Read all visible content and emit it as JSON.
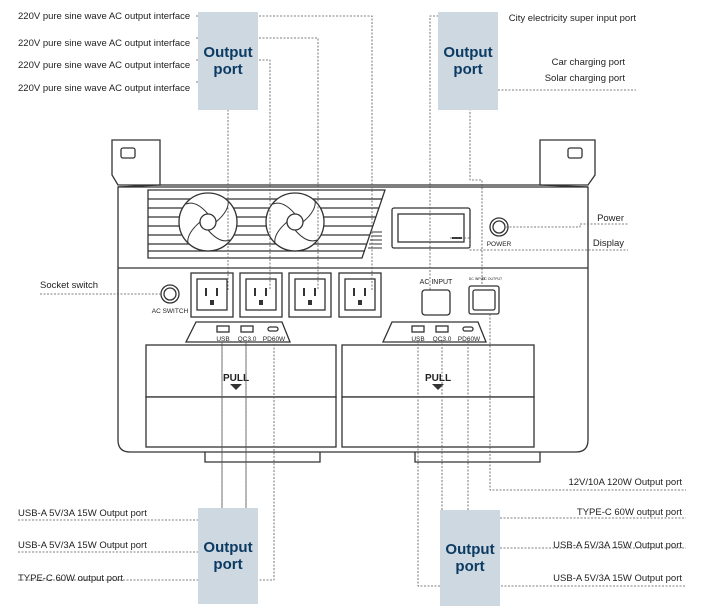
{
  "left_top_labels": [
    "220V pure sine wave AC output interface",
    "220V pure sine wave AC output interface",
    "220V pure sine wave AC output interface",
    "220V pure sine wave AC output interface"
  ],
  "right_top_labels": {
    "city_input": "City electricity super input port",
    "car_charging": "Car charging port",
    "solar_charging": "Solar charging port",
    "power": "Power",
    "display": "Display"
  },
  "socket_switch_label": "Socket switch",
  "left_bottom_labels": [
    "USB-A 5V/3A 15W Output port",
    "USB-A 5V/3A 15W Output port",
    "TYPE-C 60W output port"
  ],
  "right_bottom_labels": [
    "12V/10A  120W  Output port",
    "TYPE-C 60W output port",
    "USB-A 5V/3A 15W Output port",
    "USB-A 5V/3A 15W Output port"
  ],
  "output_port_box": [
    "Output",
    "port"
  ],
  "device_text": {
    "power": "POWER",
    "ac_switch": "AC SWITCH",
    "ac_input": "AC INPUT",
    "dc_input": "DC INPUT",
    "dc_output": "DC OUTPUT",
    "usb": "USB",
    "qc": "QC3.0",
    "pd": "PD60W",
    "pull": "PULL"
  }
}
